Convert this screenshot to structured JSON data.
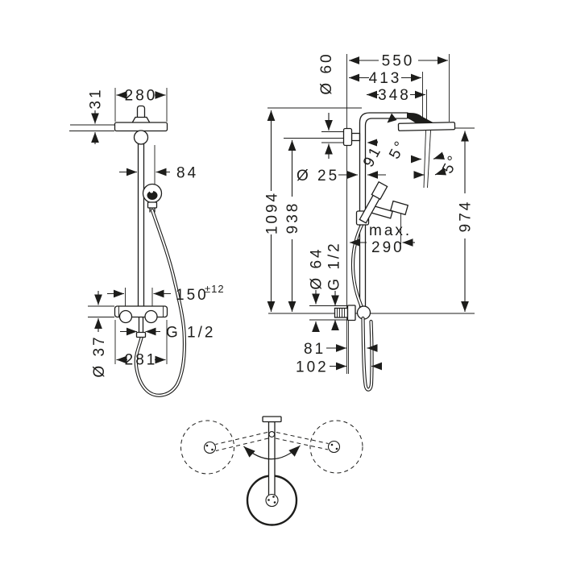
{
  "drawing": {
    "front_view": {
      "head_thickness": "31",
      "head_width": "280",
      "handshower_offset": "84",
      "supply_spacing": "150",
      "supply_spacing_tolerance": "±12",
      "hose_connection": "G 1/2",
      "valve_diameter": "Ø 37",
      "valve_width": "281"
    },
    "side_view": {
      "reach_overall": "550",
      "reach_arm": "413",
      "reach_spray_center": "348",
      "wall_escutcheon_diameter": "Ø 60",
      "arm_angle": "91°",
      "spray_angle_a": "5°",
      "spray_angle_b": "5°",
      "pipe_diameter": "Ø 25",
      "height_overall": "1094",
      "height_supply": "938",
      "height_head": "974",
      "handshower_swing_label": "max.",
      "handshower_swing_value": "290",
      "outlet_escutcheon_diameter": "Ø 64",
      "outlet_connection": "G 1/2",
      "hose_offset_near": "81",
      "hose_offset_far": "102"
    }
  },
  "colors": {
    "line": "#1d1d1b",
    "background": "#ffffff"
  }
}
